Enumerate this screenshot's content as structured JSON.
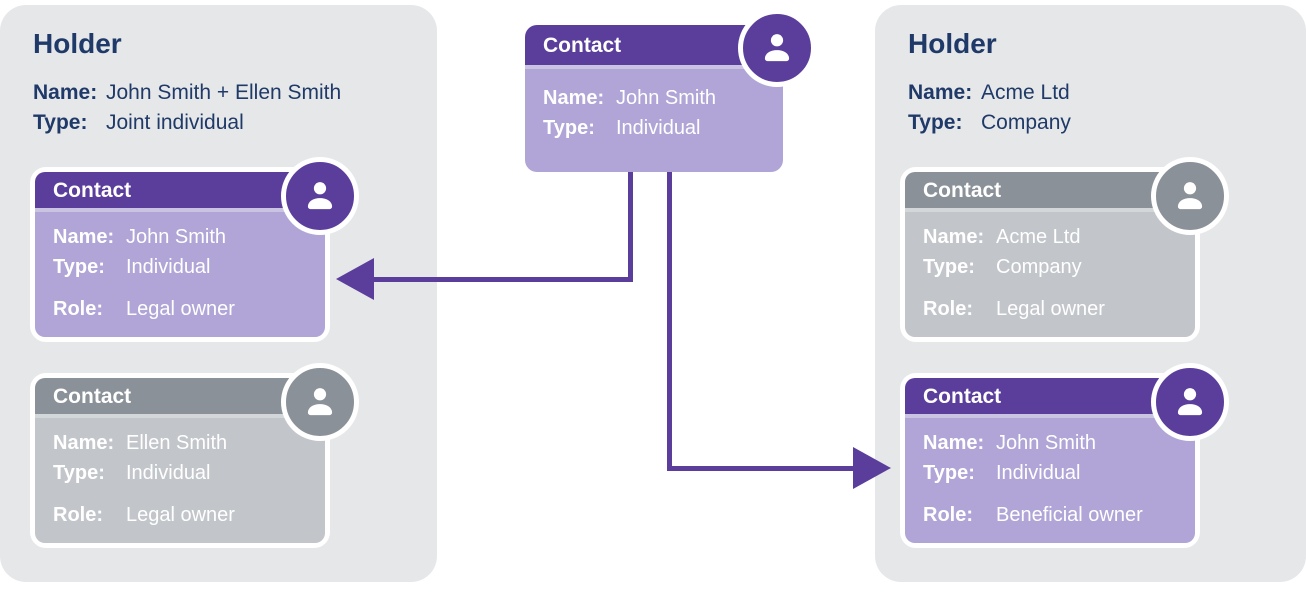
{
  "labels": {
    "name": "Name:",
    "type": "Type:",
    "role": "Role:"
  },
  "left_holder": {
    "title": "Holder",
    "name": "John Smith + Ellen Smith",
    "type": "Joint individual",
    "contacts": [
      {
        "header": "Contact",
        "name": "John Smith",
        "type": "Individual",
        "role": "Legal owner",
        "theme": "purple"
      },
      {
        "header": "Contact",
        "name": "Ellen Smith",
        "type": "Individual",
        "role": "Legal owner",
        "theme": "gray"
      }
    ]
  },
  "linked_contact": {
    "header": "Contact",
    "name": "John Smith",
    "type": "Individual"
  },
  "right_holder": {
    "title": "Holder",
    "name": "Acme Ltd",
    "type": "Company",
    "contacts": [
      {
        "header": "Contact",
        "name": "Acme Ltd",
        "type": "Company",
        "role": "Legal owner",
        "theme": "gray"
      },
      {
        "header": "Contact",
        "name": "John Smith",
        "type": "Individual",
        "role": "Beneficial owner",
        "theme": "purple"
      }
    ]
  },
  "icons": {
    "avatar": "person-icon"
  },
  "colors": {
    "accent_purple": "#5b3e9b",
    "purple_light": "#b0a5d6",
    "gray": "#8b9198",
    "gray_light": "#c2c6ca",
    "separator_purple": "#cbc3e2",
    "separator_gray": "#d4d7da",
    "panel_bg": "#e6e7e9",
    "heading_navy": "#1f3a68"
  }
}
